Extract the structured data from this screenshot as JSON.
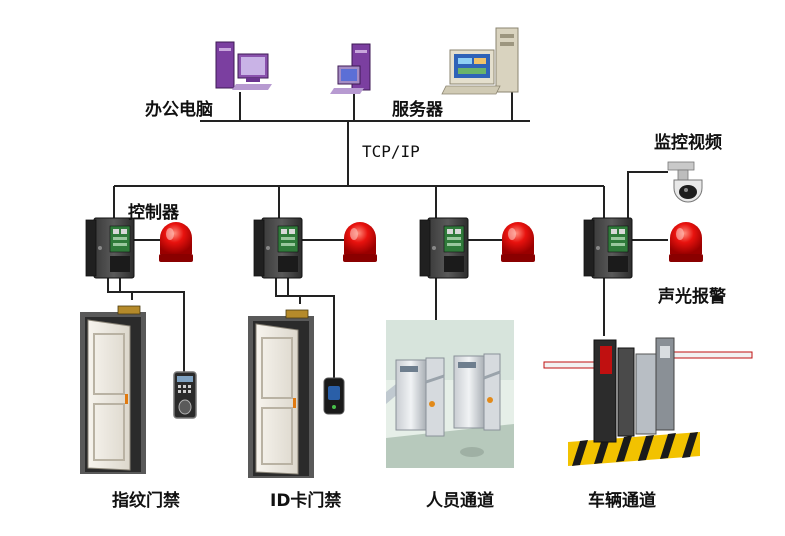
{
  "labels": {
    "office_pc": "办公电脑",
    "server": "服务器",
    "protocol": "TCP/IP",
    "monitoring": "监控视频",
    "controller": "控制器",
    "alarm": "声光报警",
    "fingerprint_access": "指纹门禁",
    "id_card_access": "ID卡门禁",
    "pedestrian_channel": "人员通道",
    "vehicle_channel": "车辆通道"
  },
  "icons": [
    "desktop-pc-icon",
    "workstation-icon",
    "server-tower-icon",
    "controller-box-icon",
    "alarm-light-icon",
    "dome-camera-icon",
    "door-icon",
    "fingerprint-reader-icon",
    "card-reader-icon",
    "turnstile-icon",
    "barrier-gate-icon"
  ],
  "colors": {
    "line": "#222222",
    "alarm_red": "#e01010",
    "pc_purple": "#7b3fa0",
    "door_frame": "#6b6b6b",
    "barrier_stripe": "#f2c200"
  }
}
